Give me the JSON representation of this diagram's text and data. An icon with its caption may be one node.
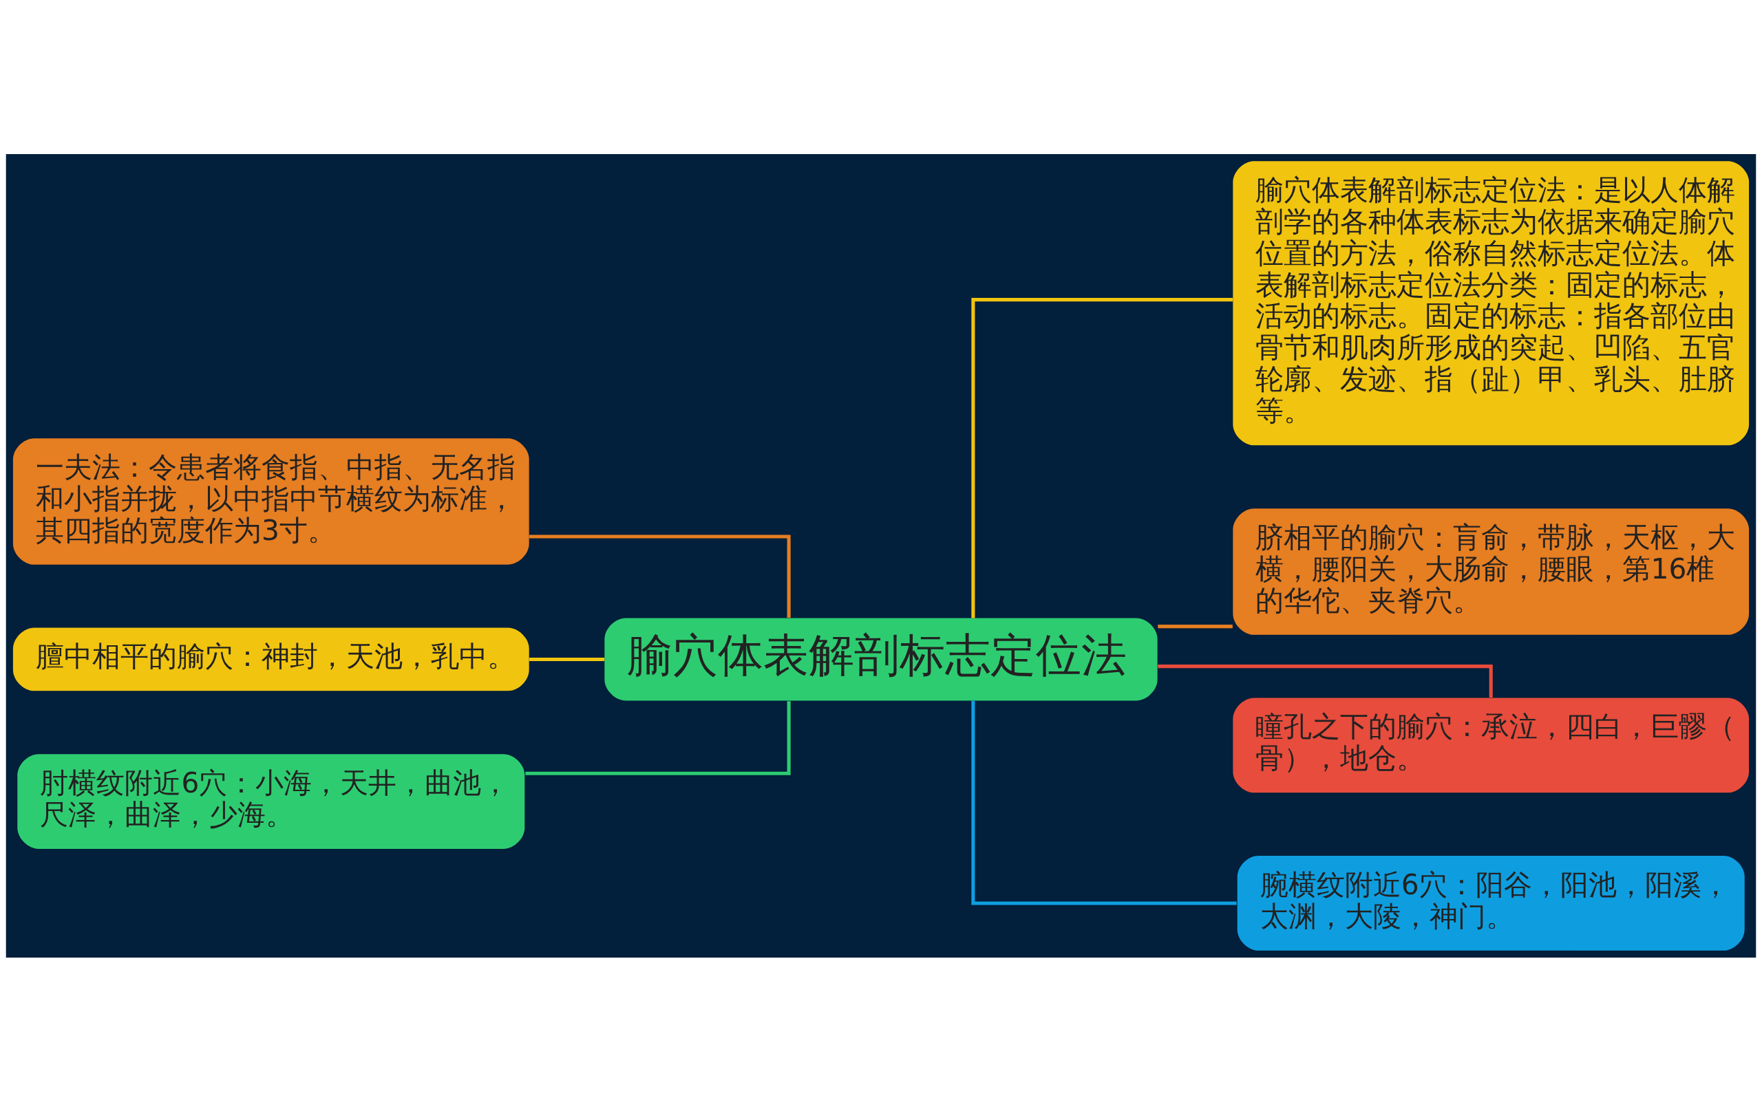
{
  "diagram": {
    "nodes": [
      {
        "text": [
          "腧穴体表解剖标志定位法"
        ]
      },
      {
        "text": [
          "一夫法：令患者将食指、中指、无名指和小指并拢，以中指中节横纹为标准，其四指的宽度作为3寸。"
        ]
      },
      {
        "text": [
          "膻中相平的腧穴：神封，天池，乳中。"
        ]
      },
      {
        "text": [
          "肘横纹附近6穴：小海，天井，曲池，尺泽，曲泽，少海。"
        ]
      },
      {
        "text": [
          "腧穴体表解剖标志定位法：是以人体解剖学的各种体表标志为依据来确定腧穴位置的方法，俗称自然标志定位法。体表解剖标志定位法分类：固定的标志，活动的标志。固定的标志：指各部位由骨节和肌肉所形成的突起、凹陷、五官轮廓、发迹、指（趾）甲、乳头、肚脐等。"
        ]
      },
      {
        "text": [
          "脐相平的腧穴：肓俞，带脉，天枢，大横，腰阳关，大肠俞，腰眼，第16椎的华佗、夹脊穴。"
        ]
      },
      {
        "text": [
          "瞳孔之下的腧穴：承泣，四白，巨髎（骨），地仓。"
        ]
      },
      {
        "text": [
          "腕横纹附近6穴：阳谷，阳池，阳溪，太渊，大陵，神门。"
        ]
      }
    ],
    "edges": [
      {
        "from": 1,
        "to": 0,
        "arrow": "none",
        "color": "#e67e22"
      },
      {
        "from": 2,
        "to": 0,
        "arrow": "none",
        "color": "#f1c40f"
      },
      {
        "from": 3,
        "to": 0,
        "arrow": "none",
        "color": "#2ecc71"
      },
      {
        "from": 0,
        "to": 4,
        "arrow": "none",
        "color": "#f1c40f"
      },
      {
        "from": 0,
        "to": 5,
        "arrow": "none",
        "color": "#e67e22"
      },
      {
        "from": 0,
        "to": 6,
        "arrow": "none",
        "color": "#e74c3c"
      },
      {
        "from": 0,
        "to": 7,
        "arrow": "none",
        "color": "#0e9ee0"
      }
    ]
  }
}
